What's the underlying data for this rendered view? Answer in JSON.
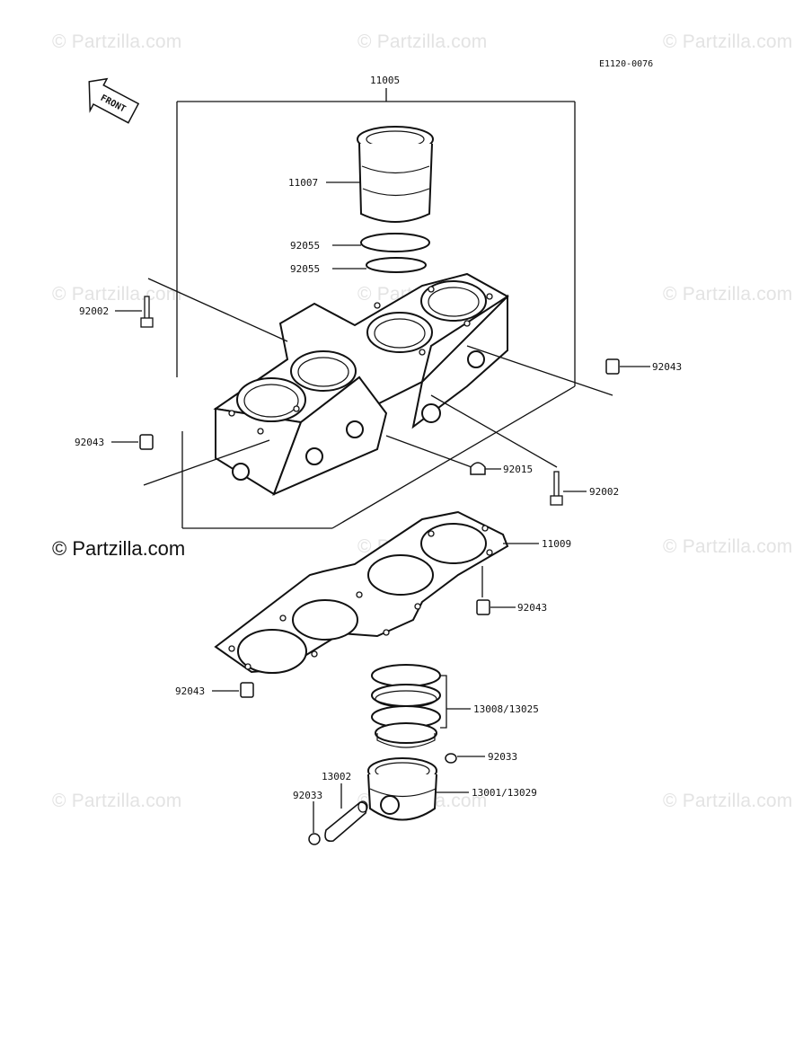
{
  "watermarks": [
    "© Partzilla.com",
    "© Partzilla.com",
    "© Partzilla.com",
    "© Partzilla.com",
    "© Partzilla.com",
    "© Partzilla.com",
    "© Partzilla.com",
    "© Partzilla.com",
    "© Partzilla.com",
    "© Partzilla.com",
    "© Partzilla.com"
  ],
  "brand_watermark": "© Partzilla.com",
  "diagram_code": "E1120-0076",
  "front_label": "FRONT",
  "parts": {
    "cylinder_block": "11005",
    "cylinder_sleeve": "11007",
    "ring_a": "92055",
    "ring_b": "92055",
    "bolt_left": "92002",
    "dowel_right_top": "92043",
    "dowel_left": "92043",
    "plug": "92015",
    "bolt_right": "92002",
    "head_gasket": "11009",
    "dowel_gasket_right": "92043",
    "dowel_gasket_left": "92043",
    "piston_rings": "13008/13025",
    "circlip_right": "92033",
    "piston_pin": "13002",
    "piston": "13001/13029",
    "circlip_left": "92033"
  }
}
